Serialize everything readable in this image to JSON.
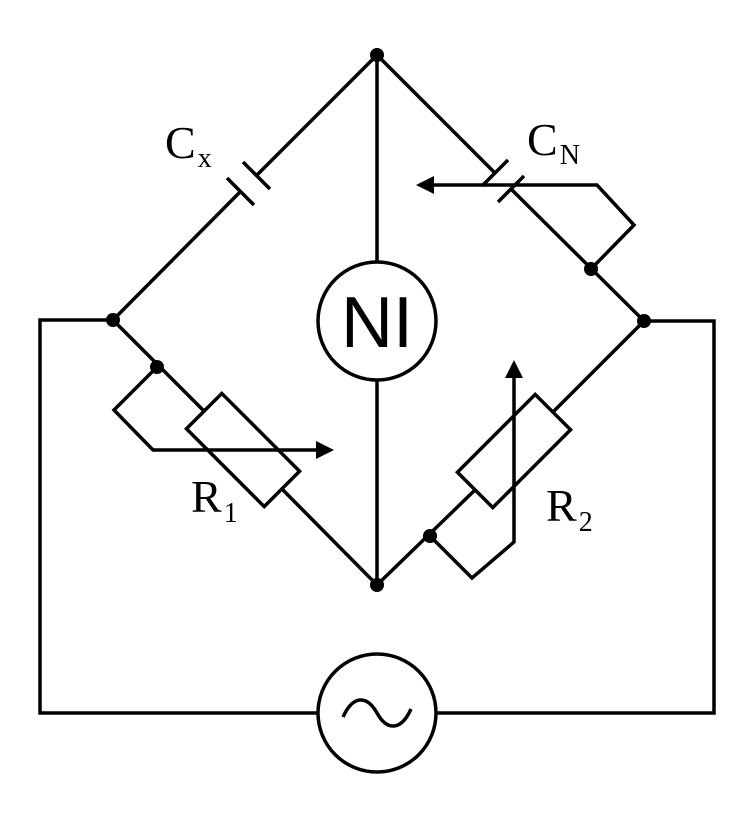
{
  "labels": {
    "cx": {
      "main": "C",
      "sub": "x"
    },
    "cn": {
      "main": "C",
      "sub": "N"
    },
    "r1": {
      "main": "R",
      "sub": "1"
    },
    "r2": {
      "main": "R",
      "sub": "2"
    }
  },
  "instruments": {
    "null_indicator": "NI",
    "source_symbol": "~"
  }
}
